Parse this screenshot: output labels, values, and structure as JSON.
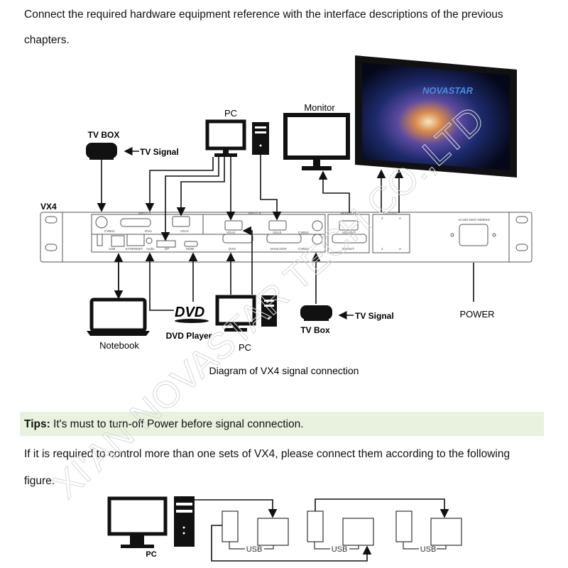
{
  "intro": {
    "line1": "Connect the required hardware equipment reference with the interface descriptions of the previous",
    "line2": "chapters."
  },
  "diagram": {
    "device_name": "VX4",
    "screen_logo": "NOVASTAR",
    "labels": {
      "pc_top": "PC",
      "monitor": "Monitor",
      "tv_box_top": "TV BOX",
      "tv_signal_top": "TV Signal",
      "notebook": "Notebook",
      "dvd_logo": "DVD",
      "dvd_player": "DVD Player",
      "pc_bottom": "PC",
      "tv_box_bottom": "TV Box",
      "tv_signal_bottom": "TV Signal",
      "power": "POWER"
    },
    "ports": {
      "input_a": "INPUT A",
      "input_b": "INPUT B",
      "monitor": "MONITOR",
      "led_out": "LED OUT",
      "cvbs1": "CVBS1",
      "dvi1": "DVI1",
      "vga1": "VGA1",
      "vga2": "VGA2",
      "vga3": "VGA3",
      "cvbs3": "CVBS3",
      "cvbs2": "CVBS2",
      "usb": "USB",
      "ethernet": "ETHERNET",
      "audio": "Audio",
      "dp": "DP",
      "hdmi": "HDMI",
      "dvi2": "DVI2",
      "dviloop": "DVI2LOOP",
      "vgaout": "VGAOUT",
      "dviout": "DVIOUT",
      "led1": "1",
      "led2": "2",
      "led3": "3",
      "led4": "4",
      "ac": "AC100-240V~50/60Hz"
    },
    "caption": "Diagram of VX4 signal connection"
  },
  "tips": {
    "label": "Tips:",
    "text": " It's must to turn-off Power before signal connection."
  },
  "cascade": {
    "line1": "If it is required to control more than one sets of VX4, please connect them according to the following",
    "line2": "figure.",
    "pc_label": "PC",
    "usb_label": "USB"
  },
  "watermark": "XI'AN NOVASTAR TECH CO.,LTD",
  "colors": {
    "tips_bg": "#e9f2df",
    "text": "#111111"
  }
}
